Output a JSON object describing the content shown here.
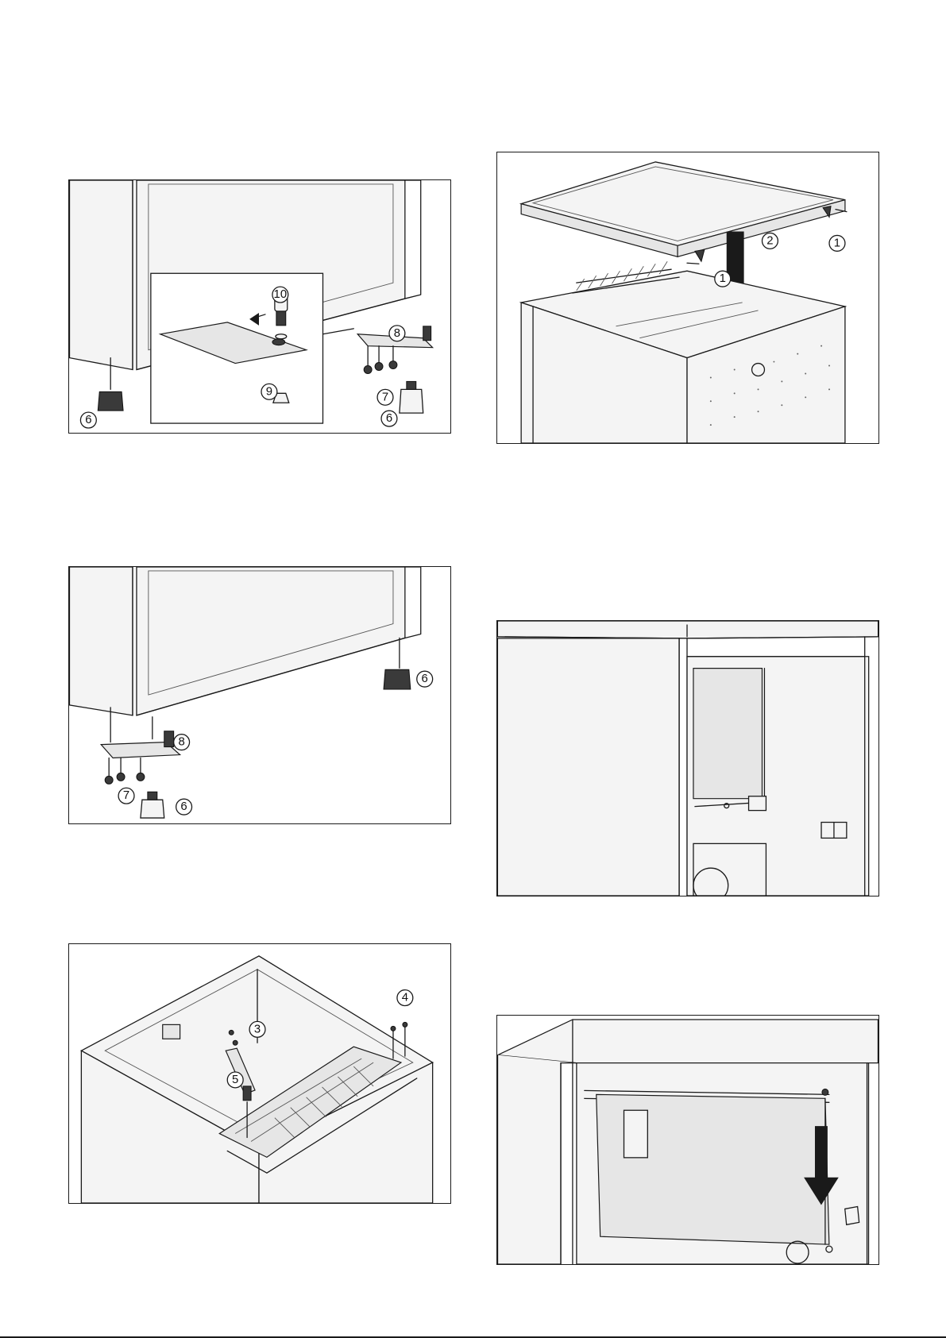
{
  "page": {
    "title": ""
  },
  "panels": {
    "hinge_bottom": {
      "callouts": [
        "10",
        "8",
        "9",
        "7",
        "6",
        "6"
      ]
    },
    "lid_removal": {
      "callouts": [
        "2",
        "1",
        "1"
      ]
    },
    "hinge_moved": {
      "callouts": [
        "6",
        "8",
        "7",
        "6"
      ]
    },
    "freezer_compartment": {
      "callouts": []
    },
    "top_hinge": {
      "callouts": [
        "4",
        "3",
        "5"
      ]
    },
    "freezer_flap": {
      "callouts": []
    }
  },
  "colors": {
    "line": "#1a1a1a",
    "fill": "#f4f4f4",
    "accent_fill": "#3a3a3a"
  }
}
